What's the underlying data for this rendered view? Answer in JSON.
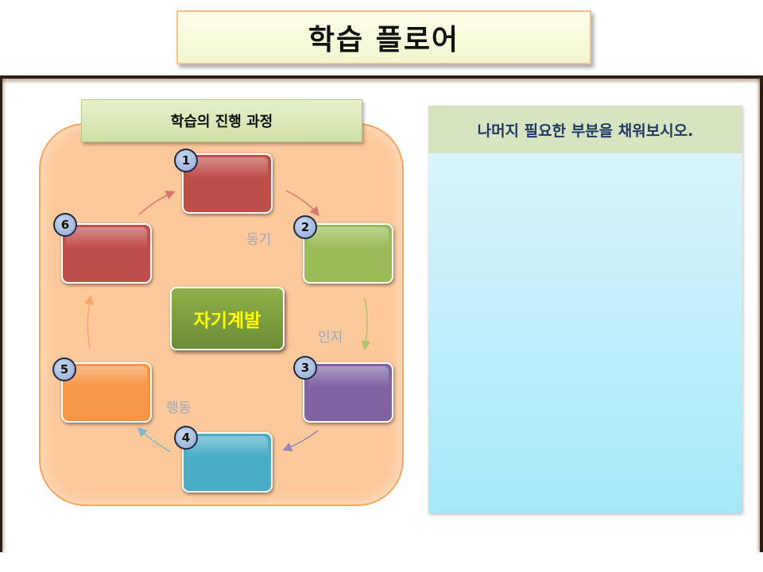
{
  "title": "학습 플로어",
  "panel": {
    "label": "학습의 진행 과정",
    "center": "자기계발",
    "steps": [
      {
        "number": "1",
        "color": "#bf4e4b"
      },
      {
        "number": "2",
        "color": "#9bbb59"
      },
      {
        "number": "3",
        "color": "#8163a2"
      },
      {
        "number": "4",
        "color": "#4bacc6"
      },
      {
        "number": "5",
        "color": "#f79646"
      },
      {
        "number": "6",
        "color": "#bf4e4b"
      }
    ],
    "flow_labels": [
      "동기",
      "인지",
      "행동"
    ]
  },
  "answer": {
    "prompt": "나머지 필요한 부분을 채워보시오."
  }
}
